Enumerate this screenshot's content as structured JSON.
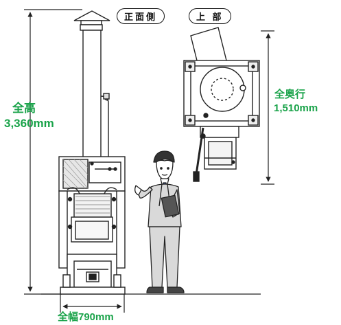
{
  "labels": {
    "front_view": "正面側",
    "top_view": "上 部"
  },
  "dimensions": {
    "height_label": "全高",
    "height_value": "3,360mm",
    "depth_label": "全奥行",
    "depth_value": "1,510mm",
    "width_label": "全幅790mm"
  },
  "colors": {
    "dimension_text": "#1aa34a",
    "line": "#222222"
  }
}
